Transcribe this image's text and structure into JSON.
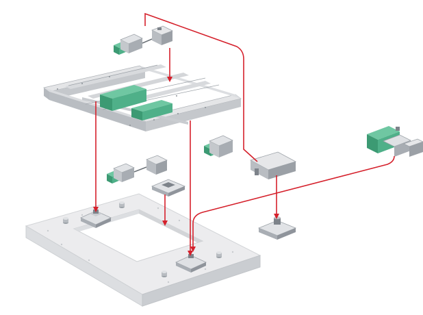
{
  "colors": {
    "background": "#ffffff",
    "arrow": "#d5202b",
    "module_green": "#4caf8a",
    "module_green_dark": "#2f8a66",
    "metal_light": "#e6e7e9",
    "metal_mid": "#c3c6ca",
    "metal_dark": "#8d9298",
    "plate_top": "#ebecee",
    "plate_side": "#d6d8db",
    "plate_front": "#c9ccd0"
  },
  "components": [
    {
      "id": "pallet-frame",
      "icon": "pallet-frame-icon"
    },
    {
      "id": "base-plate",
      "icon": "base-plate-icon"
    },
    {
      "id": "top-clamp-module",
      "icon": "clamp-module-icon"
    },
    {
      "id": "mid-clamp-module",
      "icon": "clamp-module-icon"
    },
    {
      "id": "center-clamp-module",
      "icon": "clamp-module-icon"
    },
    {
      "id": "right-control-unit",
      "icon": "control-unit-icon"
    },
    {
      "id": "standalone-receiver",
      "icon": "receiver-icon"
    },
    {
      "id": "floating-receiver",
      "icon": "receiver-icon"
    }
  ]
}
